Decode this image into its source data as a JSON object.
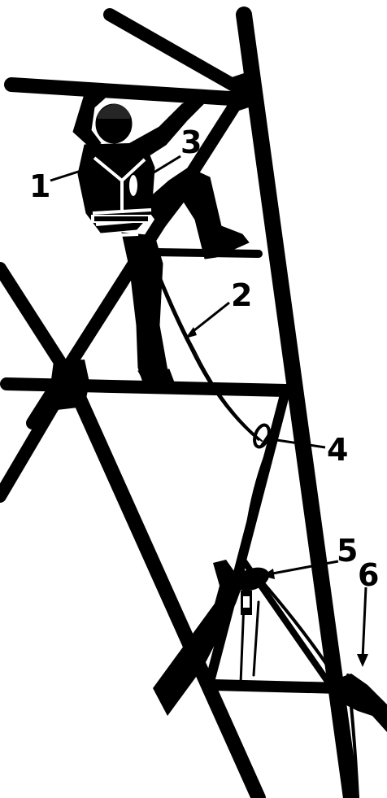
{
  "diagram": {
    "colors": {
      "ink": "#000000",
      "paper": "#ffffff"
    },
    "callouts": [
      {
        "id": "1",
        "label": "1"
      },
      {
        "id": "2",
        "label": "2"
      },
      {
        "id": "3",
        "label": "3"
      },
      {
        "id": "4",
        "label": "4"
      },
      {
        "id": "5",
        "label": "5"
      },
      {
        "id": "6",
        "label": "6"
      }
    ]
  }
}
